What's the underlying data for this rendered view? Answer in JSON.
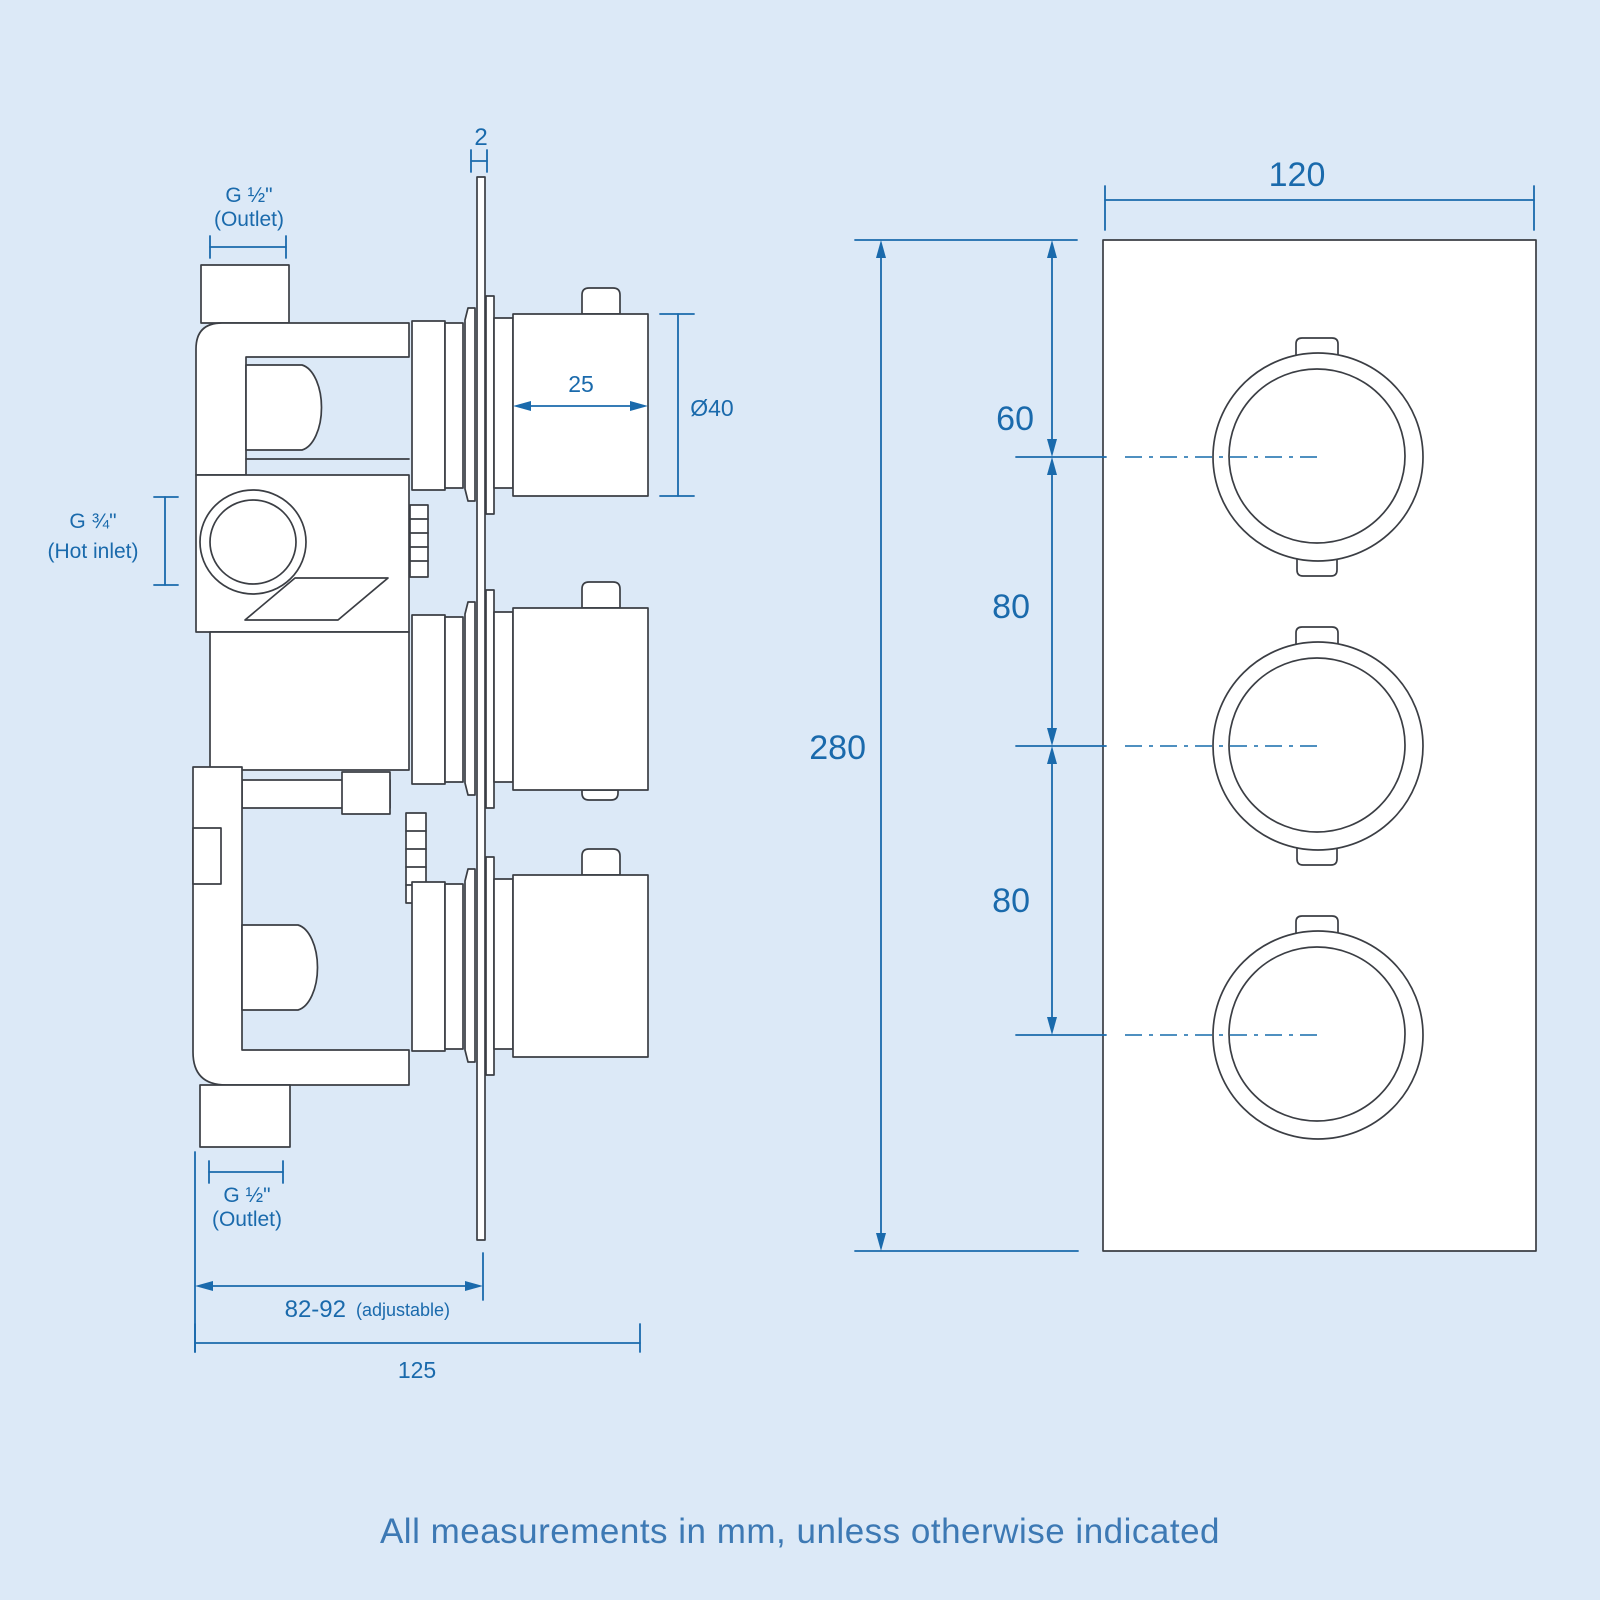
{
  "note": "All measurements in mm, unless otherwise indicated",
  "side_view": {
    "description": "Side profile of concealed triple thermostatic valve through wall plate",
    "labels": {
      "plate_thickness": "2",
      "top_outlet_size": "G ½\"",
      "top_outlet_type": "(Outlet)",
      "hot_inlet_size": "G ¾\"",
      "hot_inlet_type": "(Hot inlet)",
      "handle_depth": "25",
      "handle_diameter": "Ø40",
      "bottom_outlet_size": "G ½\"",
      "bottom_outlet_type": "(Outlet)",
      "wall_depth_range": "82-92",
      "wall_depth_note": "(adjustable)",
      "total_depth": "125"
    }
  },
  "front_view": {
    "description": "Front face plate with three control knobs",
    "labels": {
      "plate_width": "120",
      "plate_height": "280",
      "top_handle_offset": "60",
      "handle_spacing_upper": "80",
      "handle_spacing_lower": "80"
    }
  },
  "colors": {
    "background": "#dce9f7",
    "drawing_line": "#3b3e44",
    "part_fill": "#ffffff",
    "dimension": "#1a6aac",
    "centerline": "#4f90c0",
    "note_text": "#3d79b4"
  }
}
